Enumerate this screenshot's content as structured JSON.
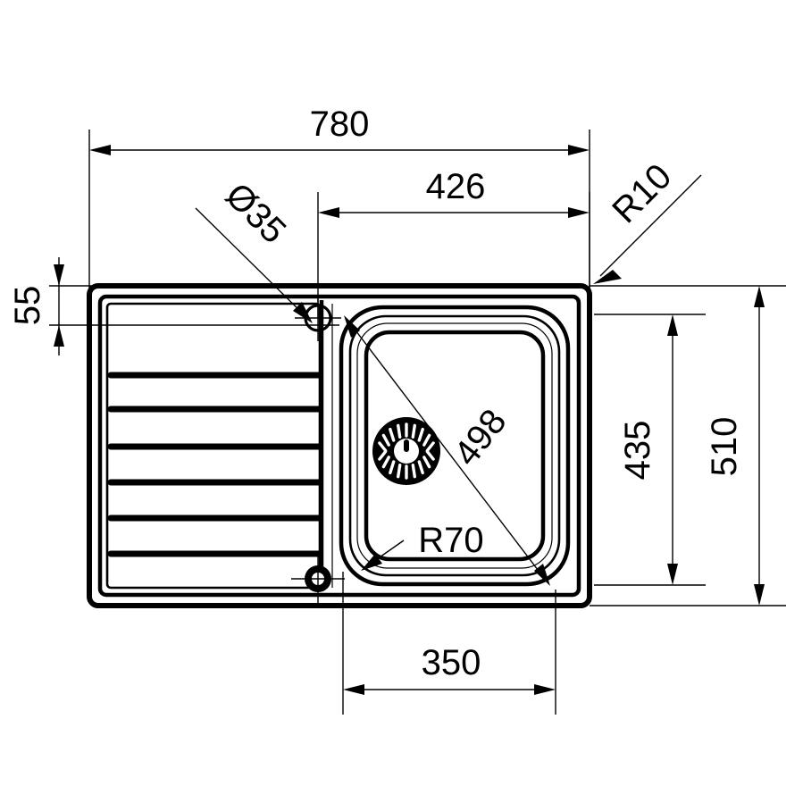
{
  "drawing": {
    "title": "Kitchen sink technical dimension drawing",
    "units": "mm",
    "line_color": "#000000",
    "background_color": "#ffffff"
  },
  "dimensions": {
    "overall_width": "780",
    "bowl_offset_from_right": "426",
    "front_edge_to_tap_hole": "55",
    "bowl_height": "435",
    "overall_depth": "510",
    "bowl_width": "350",
    "bowl_diagonal": "498",
    "tap_hole_diameter": "Ø35",
    "outer_corner_radius": "R10",
    "bowl_corner_radius": "R70"
  },
  "labels": [
    {
      "id": "dim-780",
      "text": "780",
      "kind": "linear-horizontal"
    },
    {
      "id": "dim-426",
      "text": "426",
      "kind": "linear-horizontal"
    },
    {
      "id": "dim-55",
      "text": "55",
      "kind": "linear-vertical"
    },
    {
      "id": "dim-435",
      "text": "435",
      "kind": "linear-vertical"
    },
    {
      "id": "dim-510",
      "text": "510",
      "kind": "linear-vertical"
    },
    {
      "id": "dim-350",
      "text": "350",
      "kind": "linear-horizontal"
    },
    {
      "id": "dim-498",
      "text": "498",
      "kind": "linear-diagonal"
    },
    {
      "id": "dim-d35",
      "text": "Ø35",
      "kind": "leader-diameter"
    },
    {
      "id": "dim-r10",
      "text": "R10",
      "kind": "leader-radius"
    },
    {
      "id": "dim-r70",
      "text": "R70",
      "kind": "leader-radius"
    }
  ],
  "features": {
    "drainboard_rib_count": 6,
    "tap_hole_count": 2,
    "drain_slot_count": 20,
    "bowl_position": "right",
    "drainboard_position": "left"
  }
}
